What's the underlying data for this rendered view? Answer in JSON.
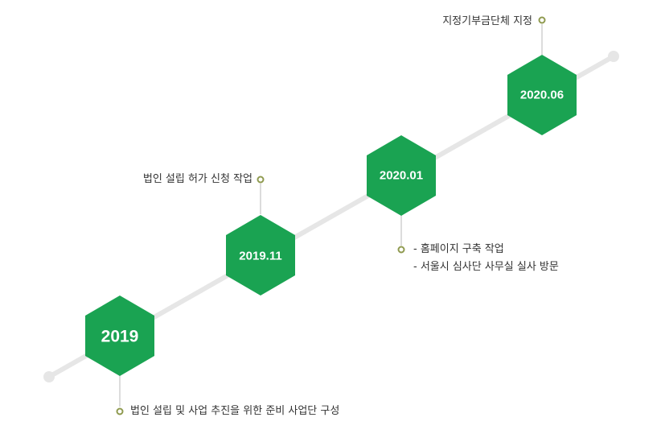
{
  "colors": {
    "hex_fill": "#1aa352",
    "track": "#e6e6e6",
    "connector": "#b9b9b9",
    "dot": "#8f9a4f",
    "text": "#333333"
  },
  "milestones": [
    {
      "label": "2019",
      "items": [
        "법인 설립 및 사업 추진을 위한 준비 사업단 구성"
      ]
    },
    {
      "label": "2019.11",
      "items": [
        "법인 설립 허가 신청 작업"
      ]
    },
    {
      "label": "2020.01",
      "items": [
        "- 홈페이지 구축 작업",
        "- 서울시 심사단 사무실 실사 방문"
      ]
    },
    {
      "label": "2020.06",
      "items": [
        "지정기부금단체 지정"
      ]
    }
  ]
}
